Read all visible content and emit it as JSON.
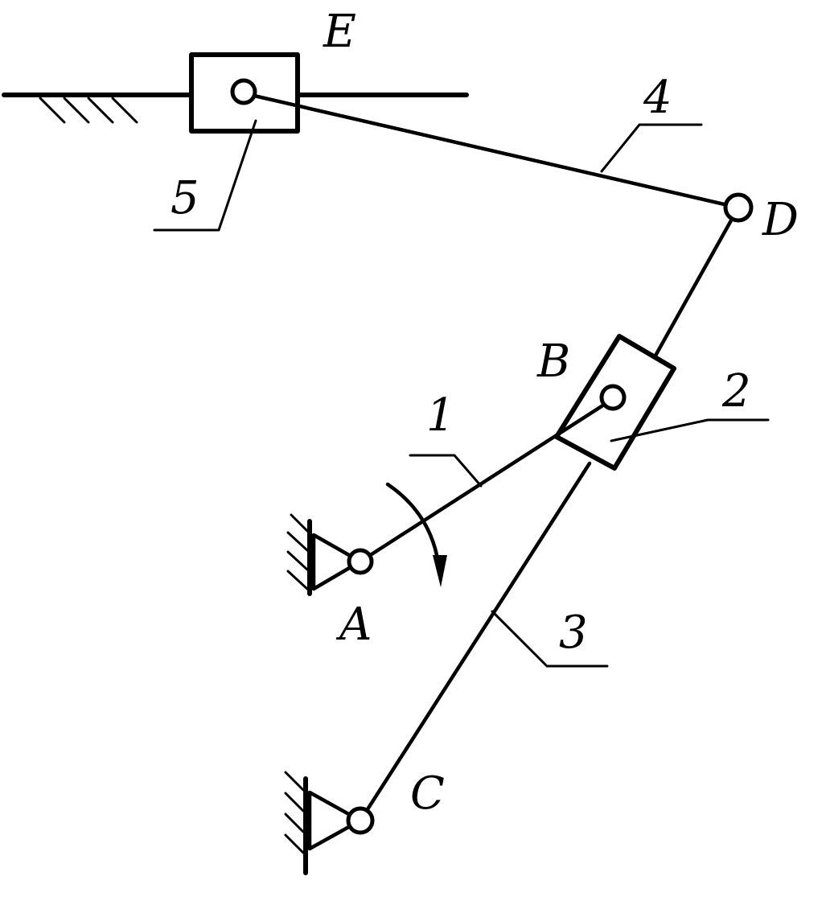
{
  "labels": {
    "E": "E",
    "D": "D",
    "B": "B",
    "A": "A",
    "C": "C"
  },
  "links": {
    "link1": "1",
    "link2": "2",
    "link3": "3",
    "link4": "4",
    "link5": "5"
  },
  "colors": {
    "ink": "#000000",
    "paper": "#ffffff"
  }
}
